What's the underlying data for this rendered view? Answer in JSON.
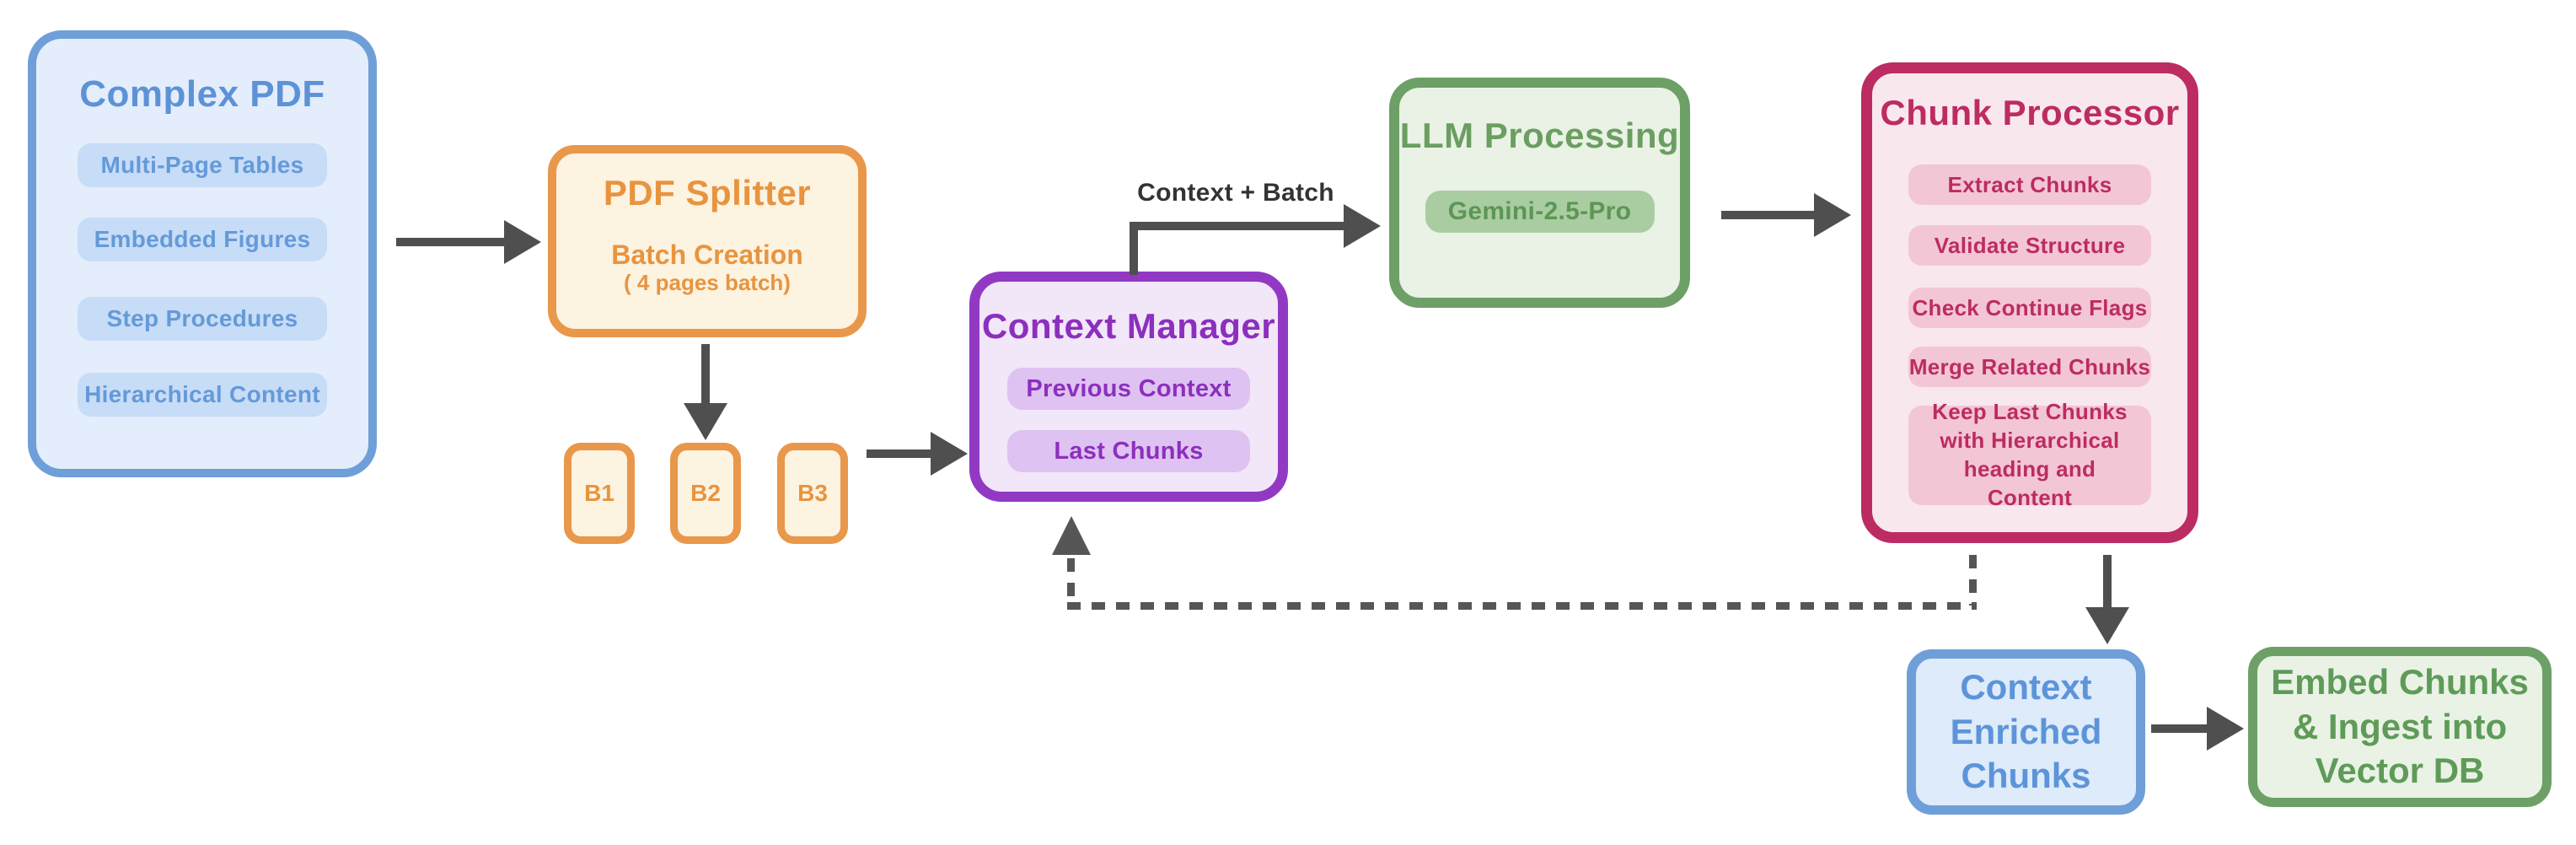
{
  "palette": {
    "blue_border": "#6f9fd8",
    "blue_fill": "#e3edfb",
    "blue_pill": "#c7dcf7",
    "blue_text": "#5d92d7",
    "orange_border": "#e9974b",
    "orange_fill": "#fcf3e1",
    "orange_text": "#e8943f",
    "purple_border": "#9239c4",
    "purple_fill": "#f2e6f9",
    "purple_pill": "#dec2f1",
    "purple_text": "#8c2fbe",
    "green_border": "#6da066",
    "green_fill": "#e9f2e5",
    "green_pill": "#a9cda1",
    "green_text": "#5d9555",
    "crimson_border": "#bc2c62",
    "crimson_fill": "#f9e7ee",
    "crimson_pill": "#f3c6d6",
    "arrow": "#4f4f4f"
  },
  "nodes": {
    "complex_pdf": {
      "title": "Complex PDF",
      "items": [
        "Multi-Page Tables",
        "Embedded Figures",
        "Step Procedures",
        "Hierarchical Content"
      ]
    },
    "pdf_splitter": {
      "title": "PDF Splitter",
      "subtitle": "Batch Creation",
      "note": "( 4 pages batch)"
    },
    "batches": [
      "B1",
      "B2",
      "B3"
    ],
    "context_manager": {
      "title": "Context Manager",
      "items": [
        "Previous Context",
        "Last Chunks"
      ]
    },
    "llm_processing": {
      "title": "LLM Processing",
      "model": "Gemini-2.5-Pro"
    },
    "chunk_processor": {
      "title": "Chunk Processor",
      "items": [
        "Extract Chunks",
        "Validate Structure",
        "Check Continue Flags",
        "Merge Related Chunks",
        "Keep Last  Chunks with Hierarchical heading and Content"
      ]
    },
    "context_enriched": {
      "lines": [
        "Context",
        "Enriched",
        "Chunks"
      ]
    },
    "embed_chunks": {
      "lines": [
        "Embed Chunks",
        "& Ingest into",
        "Vector DB"
      ]
    }
  },
  "labels": {
    "context_batch": "Context + Batch"
  }
}
